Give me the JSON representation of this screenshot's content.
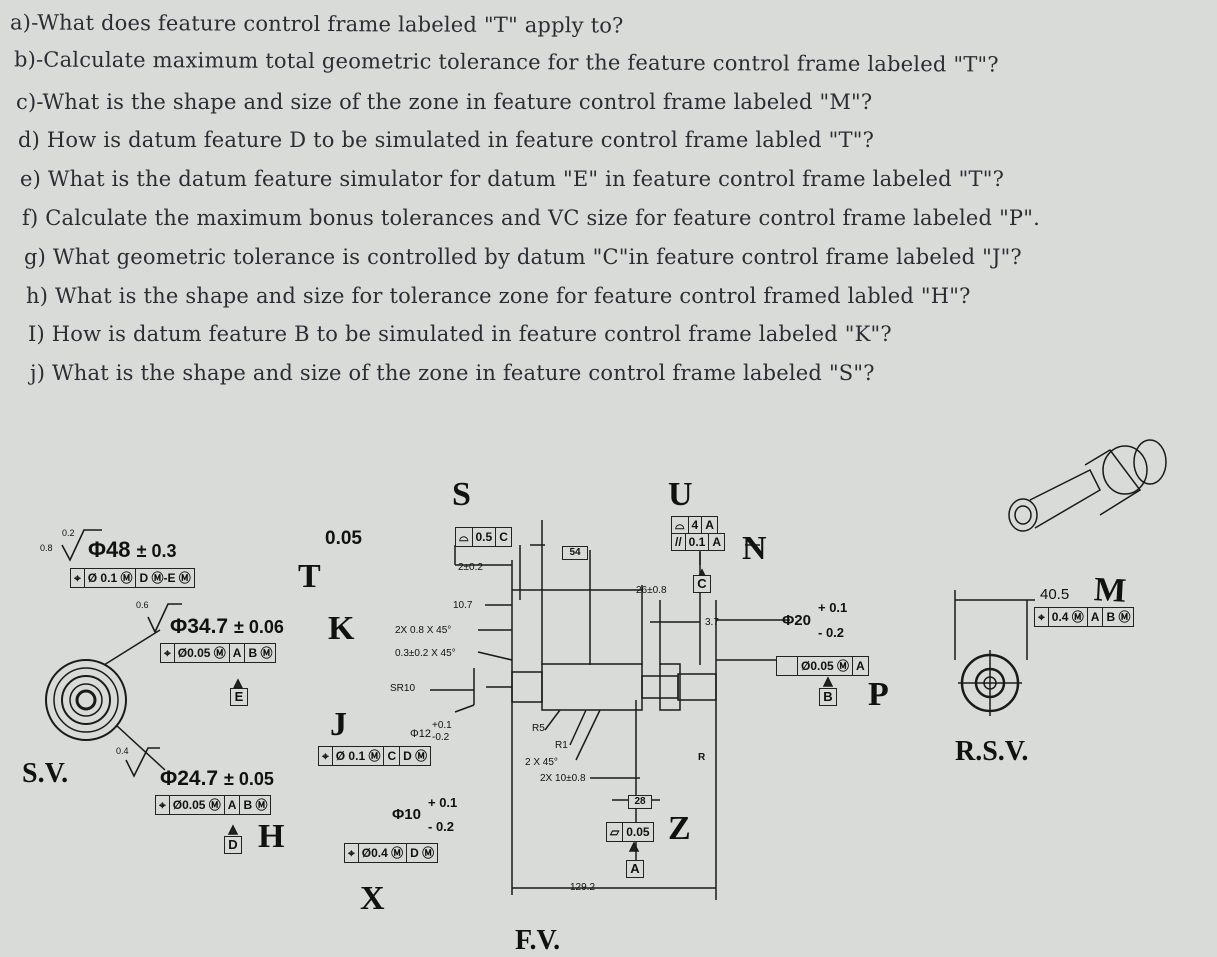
{
  "questions": [
    "a)-What does feature control frame labeled \"T\" apply to?",
    "b)-Calculate maximum total geometric tolerance  for the  feature control frame labeled \"T\"?",
    "c)-What is the shape and size of the zone in feature control frame labeled \"M\"?",
    "d) How is datum feature D to be simulated in feature control frame labled \"T\"?",
    "e) What is the datum feature simulator for datum \"E\" in feature control frame labeled \"T\"?",
    "f) Calculate the maximum bonus tolerances and VC size  for  feature control frame labeled  \"P\".",
    "g) What geometric tolerance is controlled by  datum  \"C\"in feature control frame labeled \"J\"?",
    "h) What is the shape and size for tolerance zone for feature control framed labled  \"H\"?",
    "I) How is datum feature B to be simulated in feature control frame labeled \"K\"?",
    "j) What is the shape and size of the zone in feature control frame labeled \"S\"?"
  ],
  "labels": {
    "T": "T",
    "K": "K",
    "J": "J",
    "H": "H",
    "X": "X",
    "S": "S",
    "U": "U",
    "N": "N",
    "P": "P",
    "M": "M",
    "Z": "Z",
    "sv": "S.V.",
    "rsv": "R.S.V.",
    "fv": "F.V."
  },
  "dims": {
    "d48": "Φ48",
    "d48_tol": "± 0.3",
    "d347": "Φ34.7",
    "d347_tol": "± 0.06",
    "d247": "Φ24.7",
    "d247_tol": "± 0.05",
    "d005": "0.05",
    "d20": "Φ20",
    "d20_tol_up": "+ 0.1",
    "d20_tol_dn": "- 0.2",
    "d10": "Φ10",
    "d10_tol_up": "+ 0.1",
    "d10_tol_dn": "- 0.2",
    "d405": "40.5",
    "d12": "Φ12",
    "d12_tol_up": "+0.1",
    "d12_tol_dn": "-0.2"
  },
  "notes": {
    "n1": "2±0.2",
    "n2": "10.7",
    "n3": "2X 0.8 X 45°",
    "n4": "0.3±0.2 X 45°",
    "n5": "SR10",
    "n6": "R5",
    "n7": "R1",
    "n8": "2 X 45°",
    "n9": "2X 10±0.8",
    "n10": "26±0.8",
    "n11": "3.7",
    "n12": "129.2",
    "n13": "54",
    "n14": "28",
    "n15": "R"
  },
  "fcf": {
    "T": [
      "⌖",
      "Ø 0.1 Ⓜ",
      "D Ⓜ-E Ⓜ"
    ],
    "K": [
      "⌖",
      "Ø0.05 Ⓜ",
      "A",
      "B Ⓜ"
    ],
    "H": [
      "⌖",
      "Ø0.05 Ⓜ",
      "A",
      "B Ⓜ"
    ],
    "J": [
      "⌖",
      "Ø 0.1 Ⓜ",
      "C",
      "D Ⓜ"
    ],
    "X": [
      "⌖",
      "Ø0.4 Ⓜ",
      "D Ⓜ"
    ],
    "S": [
      "⌓",
      "0.5",
      "C"
    ],
    "U1": [
      "⌓",
      "4",
      "A"
    ],
    "U2": [
      "//",
      "0.1",
      "A"
    ],
    "P": [
      "",
      "Ø0.05 Ⓜ",
      "A"
    ],
    "M": [
      "⌖",
      "0.4 Ⓜ",
      "A",
      "B Ⓜ"
    ],
    "Z": [
      "▱",
      "0.05"
    ]
  },
  "datums": {
    "E": "E",
    "D": "D",
    "C": "C",
    "B": "B",
    "A": "A"
  },
  "roughness": {
    "r1": "0.8",
    "r2": "0.2",
    "r3": "0.6",
    "r4": "0.4"
  }
}
